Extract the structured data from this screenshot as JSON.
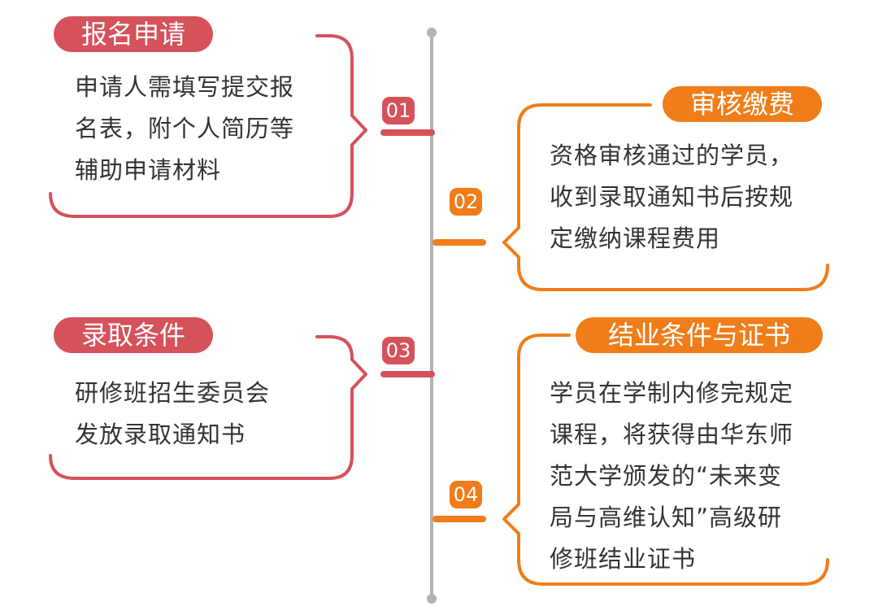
{
  "colors": {
    "red": "#d5525a",
    "orange": "#f07d19",
    "axis": "#b3b3b3",
    "text": "#333333"
  },
  "steps": [
    {
      "number": "01",
      "title": "报名申请",
      "lines": [
        "申请人需填写提交报",
        "名表，附个人简历等",
        "辅助申请材料"
      ]
    },
    {
      "number": "02",
      "title": "审核缴费",
      "lines": [
        "资格审核通过的学员，",
        "收到录取通知书后按规",
        "定缴纳课程费用"
      ]
    },
    {
      "number": "03",
      "title": "录取条件",
      "lines": [
        "研修班招生委员会",
        "发放录取通知书"
      ]
    },
    {
      "number": "04",
      "title": "结业条件与证书",
      "lines": [
        "学员在学制内修完规定",
        "课程，将获得由华东师",
        "范大学颁发的“未来变",
        "局与高维认知”高级研",
        "修班结业证书"
      ]
    }
  ]
}
